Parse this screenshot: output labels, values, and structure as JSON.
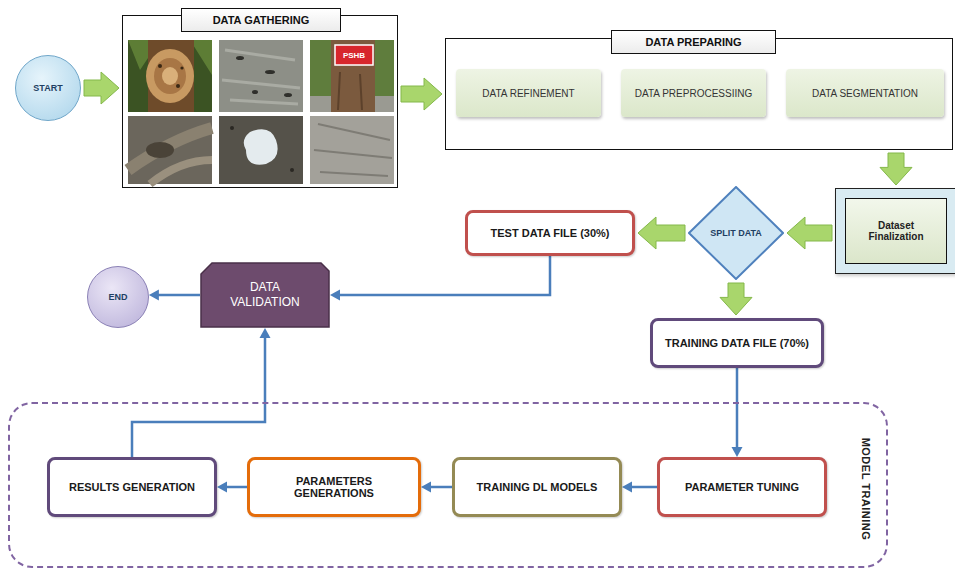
{
  "diagram": {
    "nodes": [
      {
        "text": [
          "START"
        ]
      },
      {
        "text": [
          "DATA GATHERING"
        ]
      },
      {
        "text": [
          "DATA PREPARING"
        ]
      },
      {
        "text": [
          "DATA REFINEMENT"
        ],
        "in": 2
      },
      {
        "text": [
          "DATA PREPROCESSIING"
        ],
        "in": 2
      },
      {
        "text": [
          "DATA SEGMENTATION"
        ],
        "in": 2
      },
      {
        "text": [
          "Dataset Finalization"
        ]
      },
      {
        "text": [
          "SPLIT DATA"
        ]
      },
      {
        "text": [
          "TEST DATA FILE (30%)"
        ]
      },
      {
        "text": [
          "TRAINING DATA FILE (70%)"
        ]
      },
      {
        "text": [
          "DATA VALIDATION"
        ]
      },
      {
        "text": [
          "END"
        ]
      },
      {
        "text": [
          "MODEL TRAINING"
        ]
      },
      {
        "text": [
          "PARAMETER TUNING"
        ],
        "in": 12
      },
      {
        "text": [
          "TRAINING DL MODELS"
        ],
        "in": 12
      },
      {
        "text": [
          "PARAMETERS GENERATIONS"
        ],
        "in": 12
      },
      {
        "text": [
          "RESULTS GENERATION"
        ],
        "in": 12
      }
    ],
    "edges": [
      {
        "from": 0,
        "to": 1,
        "arrow": "to"
      },
      {
        "from": 1,
        "to": 2,
        "arrow": "to"
      },
      {
        "from": 3,
        "to": 4,
        "arrow": "to"
      },
      {
        "from": 4,
        "to": 5,
        "arrow": "to"
      },
      {
        "from": 2,
        "to": 6,
        "arrow": "to"
      },
      {
        "from": 6,
        "to": 7,
        "arrow": "to"
      },
      {
        "from": 7,
        "to": 8,
        "arrow": "to"
      },
      {
        "from": 7,
        "to": 9,
        "arrow": "to"
      },
      {
        "from": 8,
        "to": 10,
        "arrow": "to"
      },
      {
        "from": 10,
        "to": 11,
        "arrow": "to"
      },
      {
        "from": 9,
        "to": 13,
        "arrow": "to"
      },
      {
        "from": 13,
        "to": 14,
        "arrow": "to"
      },
      {
        "from": 14,
        "to": 15,
        "arrow": "to"
      },
      {
        "from": 15,
        "to": 16,
        "arrow": "to"
      },
      {
        "from": 16,
        "to": 10,
        "arrow": "to"
      }
    ],
    "labels": [
      "PSHB"
    ]
  }
}
